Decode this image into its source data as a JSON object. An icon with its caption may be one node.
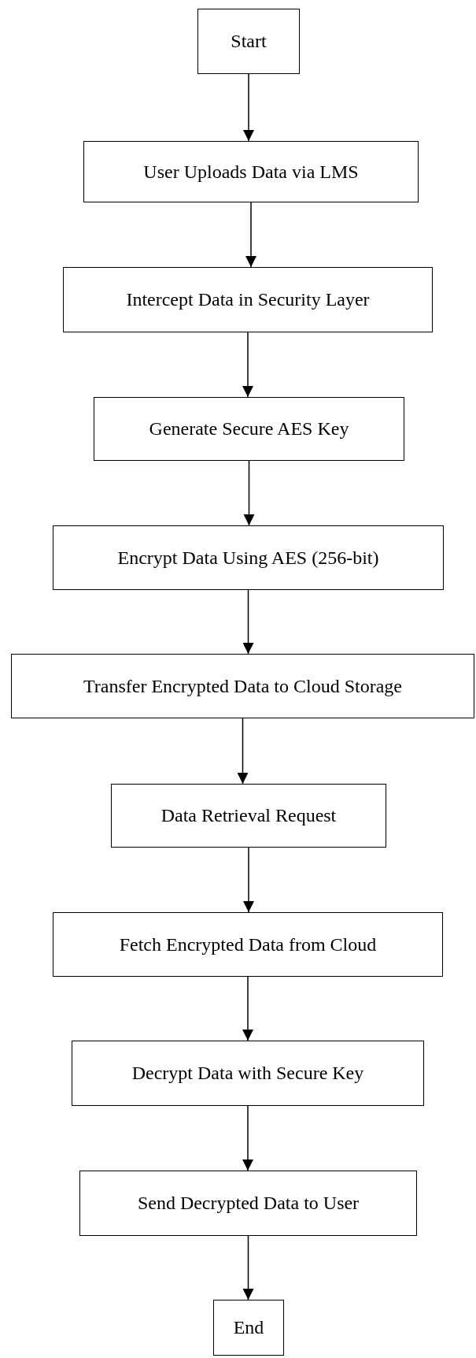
{
  "diagram": {
    "nodes": [
      {
        "text": [
          "Start"
        ]
      },
      {
        "text": [
          "User Uploads Data via LMS"
        ]
      },
      {
        "text": [
          "Intercept Data in Security Layer"
        ]
      },
      {
        "text": [
          "Generate Secure AES Key"
        ]
      },
      {
        "text": [
          "Encrypt Data Using AES (256-bit)"
        ]
      },
      {
        "text": [
          "Transfer Encrypted Data to Cloud Storage"
        ]
      },
      {
        "text": [
          "Data Retrieval Request"
        ]
      },
      {
        "text": [
          "Fetch Encrypted Data from Cloud"
        ]
      },
      {
        "text": [
          "Decrypt Data with Secure Key"
        ]
      },
      {
        "text": [
          "Send Decrypted Data to User"
        ]
      },
      {
        "text": [
          "End"
        ]
      }
    ],
    "edges": [
      {
        "from": 0,
        "to": 1,
        "arrow": "to"
      },
      {
        "from": 1,
        "to": 2,
        "arrow": "to"
      },
      {
        "from": 2,
        "to": 3,
        "arrow": "to"
      },
      {
        "from": 3,
        "to": 4,
        "arrow": "to"
      },
      {
        "from": 4,
        "to": 5,
        "arrow": "to"
      },
      {
        "from": 5,
        "to": 6,
        "arrow": "to"
      },
      {
        "from": 6,
        "to": 7,
        "arrow": "to"
      },
      {
        "from": 7,
        "to": 8,
        "arrow": "to"
      },
      {
        "from": 8,
        "to": 9,
        "arrow": "to"
      },
      {
        "from": 9,
        "to": 10,
        "arrow": "to"
      }
    ]
  }
}
